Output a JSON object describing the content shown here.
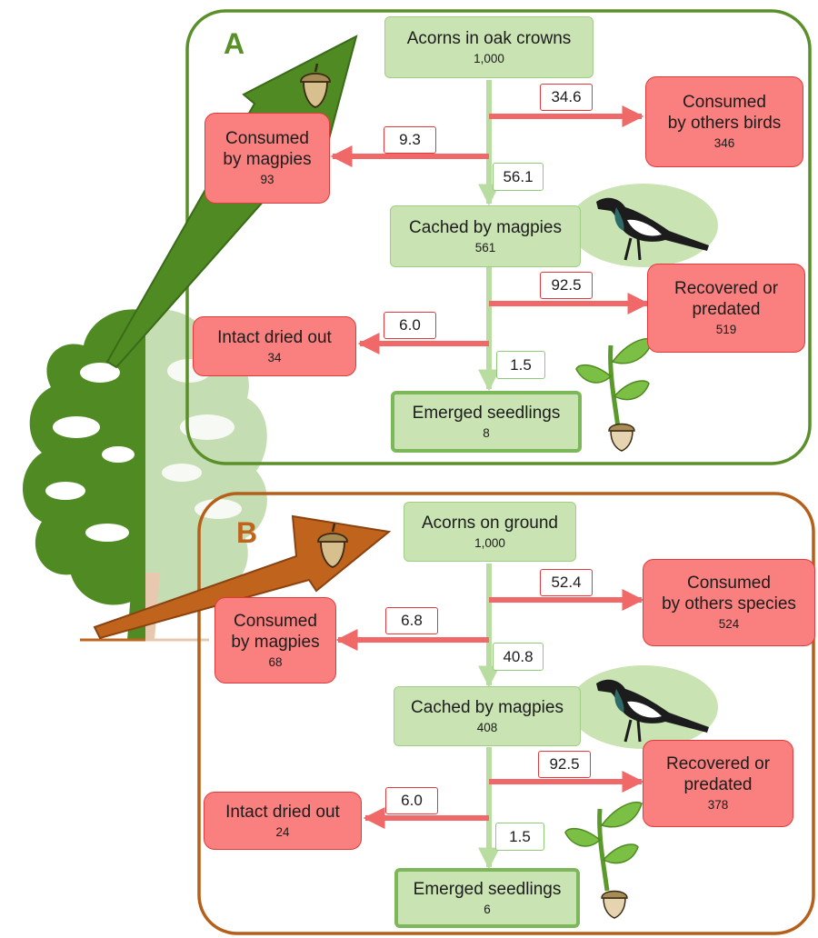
{
  "panels": [
    {
      "letter": "A",
      "source": {
        "title": "Acorns in oak crowns",
        "value": "1,000"
      },
      "consumed_others": {
        "title": [
          "Consumed",
          "by others birds"
        ],
        "value": "346",
        "pct": "34.6"
      },
      "consumed_magpies": {
        "title": [
          "Consumed",
          "by magpies"
        ],
        "value": "93",
        "pct": "9.3"
      },
      "cached": {
        "title": "Cached by magpies",
        "value": "561",
        "pct": "56.1"
      },
      "recovered": {
        "title": [
          "Recovered or",
          "predated"
        ],
        "value": "519",
        "pct": "92.5"
      },
      "dried": {
        "title": "Intact dried out",
        "value": "34",
        "pct": "6.0"
      },
      "seedlings": {
        "title": "Emerged seedlings",
        "value": "8",
        "pct": "1.5"
      }
    },
    {
      "letter": "B",
      "source": {
        "title": "Acorns on ground",
        "value": "1,000"
      },
      "consumed_others": {
        "title": [
          "Consumed",
          "by others species"
        ],
        "value": "524",
        "pct": "52.4"
      },
      "consumed_magpies": {
        "title": [
          "Consumed",
          "by magpies"
        ],
        "value": "68",
        "pct": "6.8"
      },
      "cached": {
        "title": "Cached by magpies",
        "value": "408",
        "pct": "40.8"
      },
      "recovered": {
        "title": [
          "Recovered or",
          "predated"
        ],
        "value": "378",
        "pct": "92.5"
      },
      "dried": {
        "title": "Intact dried out",
        "value": "24",
        "pct": "6.0"
      },
      "seedlings": {
        "title": "Emerged seedlings",
        "value": "6",
        "pct": "1.5"
      }
    }
  ],
  "colors": {
    "panel_a": "#5a8f2a",
    "panel_b": "#b55f19",
    "box_green": "#c9e3b3",
    "box_red": "#fa7f7f",
    "arrow_red": "#f06868",
    "arrow_green": "#b9dca0",
    "oak_dark": "#4f8a22",
    "oak_light": "#c5ddb2"
  },
  "icons": [
    "oak-tree-icon",
    "acorn-icon",
    "magpie-icon",
    "seedling-icon"
  ]
}
